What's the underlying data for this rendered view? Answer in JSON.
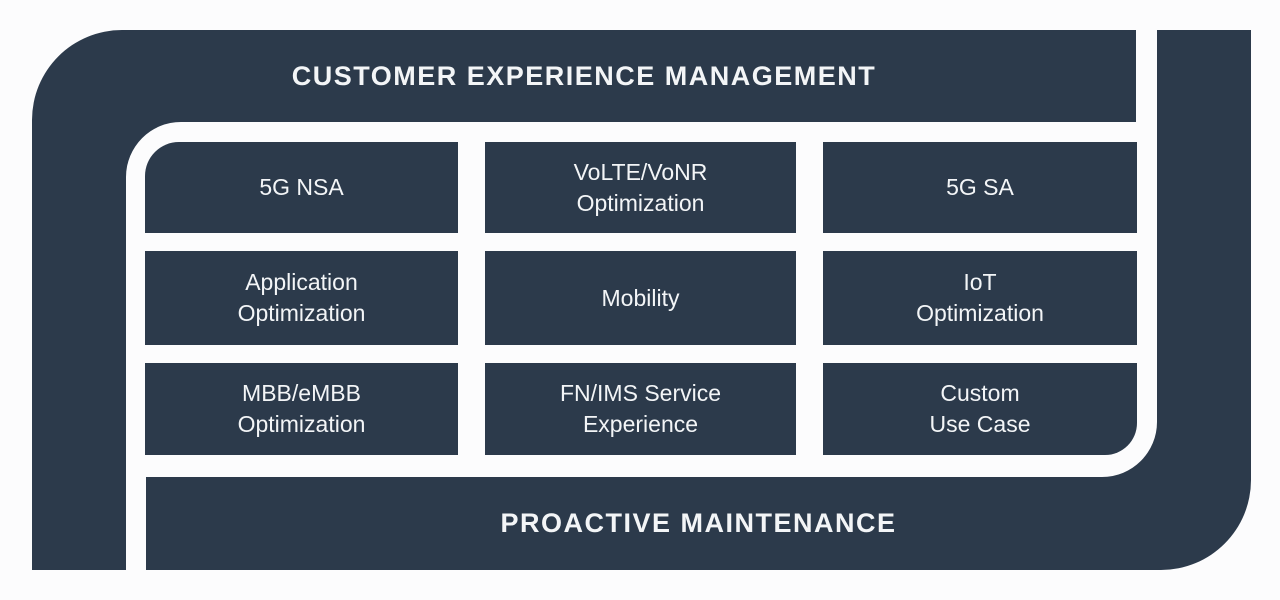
{
  "colors": {
    "frame": "#2C3A4B",
    "box": "#2C3A4B",
    "background": "#FCFCFD",
    "text": "#F3F5F7"
  },
  "header": {
    "title": "CUSTOMER EXPERIENCE MANAGEMENT"
  },
  "footer": {
    "title": "PROACTIVE MAINTENANCE"
  },
  "grid": {
    "boxes": [
      {
        "label": "5G NSA"
      },
      {
        "label": "VoLTE/VoNR\nOptimization"
      },
      {
        "label": "5G SA"
      },
      {
        "label": "Application\nOptimization"
      },
      {
        "label": "Mobility"
      },
      {
        "label": "IoT\nOptimization"
      },
      {
        "label": "MBB/eMBB\nOptimization"
      },
      {
        "label": "FN/IMS Service\nExperience"
      },
      {
        "label": "Custom\nUse Case"
      }
    ]
  }
}
